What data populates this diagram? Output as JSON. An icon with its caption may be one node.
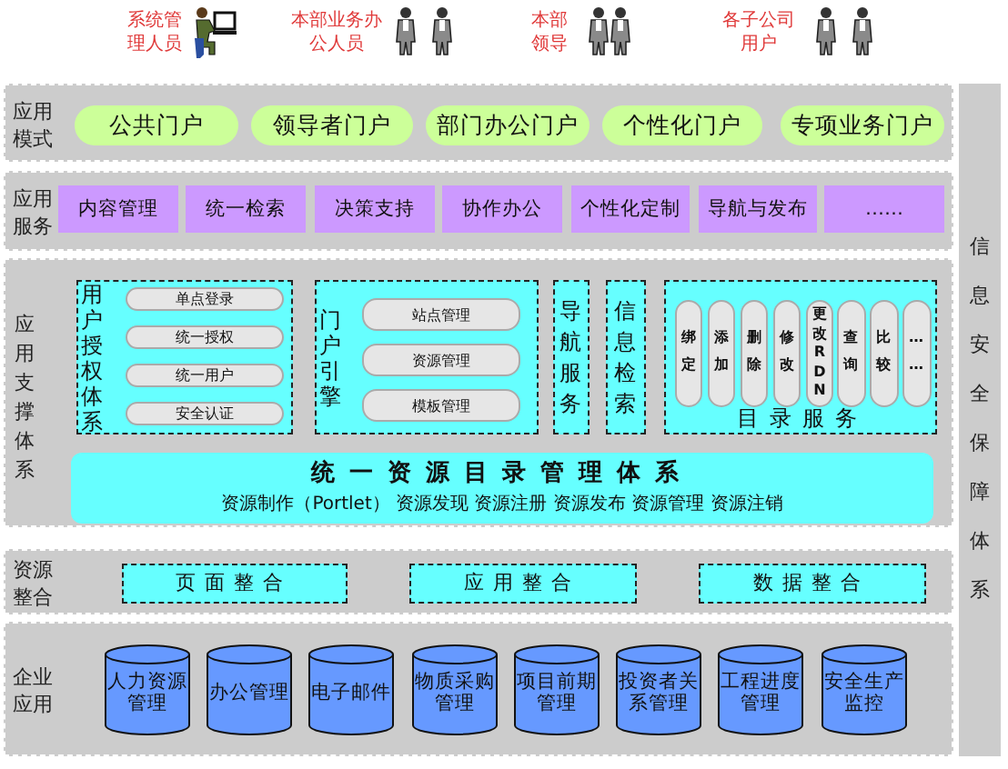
{
  "diagram": {
    "nodes": [
      {
        "text": [
          "系统管理人员"
        ]
      },
      {
        "text": [
          "本部业务办公人员"
        ]
      },
      {
        "text": [
          "本部领导"
        ]
      },
      {
        "text": [
          "各子公司用户"
        ]
      },
      {
        "text": [
          "应用模式"
        ]
      },
      {
        "text": [
          "公共门户"
        ],
        "in": 4
      },
      {
        "text": [
          "领导者门户"
        ],
        "in": 4
      },
      {
        "text": [
          "部门办公门户"
        ],
        "in": 4
      },
      {
        "text": [
          "个性化门户"
        ],
        "in": 4
      },
      {
        "text": [
          "专项业务门户"
        ],
        "in": 4
      },
      {
        "text": [
          "应用服务"
        ]
      },
      {
        "text": [
          "内容管理"
        ],
        "in": 10
      },
      {
        "text": [
          "统一检索"
        ],
        "in": 10
      },
      {
        "text": [
          "决策支持"
        ],
        "in": 10
      },
      {
        "text": [
          "协作办公"
        ],
        "in": 10
      },
      {
        "text": [
          "个性化定制"
        ],
        "in": 10
      },
      {
        "text": [
          "导航与发布"
        ],
        "in": 10
      },
      {
        "text": [
          "……"
        ],
        "in": 10
      },
      {
        "text": [
          "应用支撑体系"
        ]
      },
      {
        "text": [
          "用户授权体系"
        ],
        "in": 18
      },
      {
        "text": [
          "单点登录"
        ],
        "in": 19
      },
      {
        "text": [
          "统一授权"
        ],
        "in": 19
      },
      {
        "text": [
          "统一用户"
        ],
        "in": 19
      },
      {
        "text": [
          "安全认证"
        ],
        "in": 19
      },
      {
        "text": [
          "门户引擎"
        ],
        "in": 18
      },
      {
        "text": [
          "站点管理"
        ],
        "in": 24
      },
      {
        "text": [
          "资源管理"
        ],
        "in": 24
      },
      {
        "text": [
          "模板管理"
        ],
        "in": 24
      },
      {
        "text": [
          "导航服务"
        ],
        "in": 18
      },
      {
        "text": [
          "信息检索"
        ],
        "in": 18
      },
      {
        "text": [
          "目录服务"
        ],
        "in": 18
      },
      {
        "text": [
          "绑定"
        ],
        "in": 30
      },
      {
        "text": [
          "添加"
        ],
        "in": 30
      },
      {
        "text": [
          "删除"
        ],
        "in": 30
      },
      {
        "text": [
          "修改"
        ],
        "in": 30
      },
      {
        "text": [
          "更改RDN"
        ],
        "in": 30
      },
      {
        "text": [
          "查询"
        ],
        "in": 30
      },
      {
        "text": [
          "比较"
        ],
        "in": 30
      },
      {
        "text": [
          "……"
        ],
        "in": 30
      },
      {
        "text": [
          "统一资源目录管理体系",
          "资源制作（Portlet） 资源发现 资源注册 资源发布 资源管理 资源注销"
        ],
        "in": 18
      },
      {
        "text": [
          "资源整合"
        ]
      },
      {
        "text": [
          "页面整合"
        ],
        "in": 40
      },
      {
        "text": [
          "应用整合"
        ],
        "in": 40
      },
      {
        "text": [
          "数据整合"
        ],
        "in": 40
      },
      {
        "text": [
          "企业应用"
        ]
      },
      {
        "text": [
          "人力资源管理"
        ],
        "in": 44
      },
      {
        "text": [
          "办公管理"
        ],
        "in": 44
      },
      {
        "text": [
          "电子邮件"
        ],
        "in": 44
      },
      {
        "text": [
          "物质采购管理"
        ],
        "in": 44
      },
      {
        "text": [
          "项目前期管理"
        ],
        "in": 44
      },
      {
        "text": [
          "投资者关系管理"
        ],
        "in": 44
      },
      {
        "text": [
          "工程进度管理"
        ],
        "in": 44
      },
      {
        "text": [
          "安全生产监控"
        ],
        "in": 44
      },
      {
        "text": [
          "信息安全保障体系"
        ]
      }
    ],
    "edges": []
  }
}
